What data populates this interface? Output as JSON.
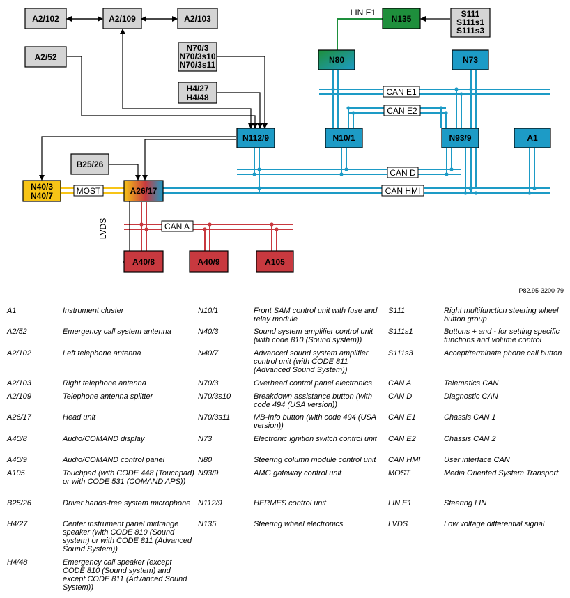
{
  "diagram": {
    "lin_label": "LIN E1",
    "most_label": "MOST",
    "lvds_label": "LVDS",
    "can_labels": {
      "e1": "CAN E1",
      "e2": "CAN E2",
      "d": "CAN D",
      "hmi": "CAN HMI",
      "a": "CAN A"
    },
    "colors": {
      "gray": "#d4d4d4",
      "blue": "#1d9bc6",
      "green": "#1e8f3c",
      "teal": "#1e8a76",
      "yellow": "#f7c416",
      "red": "#c8393f",
      "can_blue": "#1d9bc6",
      "can_red": "#c8393f",
      "most_yellow": "#f7c416"
    },
    "boxes": {
      "a2_102": "A2/102",
      "a2_109": "A2/109",
      "a2_103": "A2/103",
      "a2_52": "A2/52",
      "n70": [
        "N70/3",
        "N70/3s10",
        "N70/3s11"
      ],
      "h4": [
        "H4/27",
        "H4/48"
      ],
      "n135": "N135",
      "s111": [
        "S111",
        "S111s1",
        "S111s3"
      ],
      "n80": "N80",
      "n73": "N73",
      "n112": "N112/9",
      "n10": "N10/1",
      "n93": "N93/9",
      "a1": "A1",
      "b25": "B25/26",
      "n40": [
        "N40/3",
        "N40/7"
      ],
      "a26": "A26/17",
      "a40_8": "A40/8",
      "a40_9": "A40/9",
      "a105": "A105"
    }
  },
  "reference": "P82.95-3200-79",
  "legend": [
    {
      "code": "A1",
      "desc": "Instrument cluster"
    },
    {
      "code": "A2/52",
      "desc": "Emergency call system antenna"
    },
    {
      "code": "A2/102",
      "desc": "Left telephone antenna"
    },
    {
      "code": "A2/103",
      "desc": "Right telephone antenna"
    },
    {
      "code": "A2/109",
      "desc": "Telephone antenna splitter"
    },
    {
      "code": "A26/17",
      "desc": "Head unit"
    },
    {
      "code": "A40/8",
      "desc": "Audio/COMAND display"
    },
    {
      "code": "A40/9",
      "desc": "Audio/COMAND control panel"
    },
    {
      "code": "A105",
      "desc": "Touchpad (with CODE 448 (Touchpad) or with CODE 531 (COMAND APS))"
    },
    {
      "code": "B25/26",
      "desc": "Driver hands-free system microphone"
    },
    {
      "code": "H4/27",
      "desc": "Center instrument panel midrange speaker (with CODE 810 (Sound system) or with CODE 811 (Advanced Sound System))"
    },
    {
      "code": "H4/48",
      "desc": "Emergency call speaker (except CODE 810 (Sound system) and except CODE 811 (Advanced Sound System))"
    },
    {
      "code": "N10/1",
      "desc": "Front SAM control unit with fuse and relay module"
    },
    {
      "code": "N40/3",
      "desc": "Sound system amplifier control unit (with code 810 (Sound system))"
    },
    {
      "code": "N40/7",
      "desc": "Advanced sound system amplifier control unit (with CODE 811 (Advanced Sound System))"
    },
    {
      "code": "N70/3",
      "desc": "Overhead control panel electronics"
    },
    {
      "code": "N70/3s10",
      "desc": "Breakdown assistance button (with code 494 (USA version))"
    },
    {
      "code": "N70/3s11",
      "desc": "MB-Info button (with code 494 (USA version))"
    },
    {
      "code": "N73",
      "desc": "Electronic ignition switch control unit"
    },
    {
      "code": "N80",
      "desc": "Steering column module control unit"
    },
    {
      "code": "N93/9",
      "desc": "AMG gateway control unit"
    },
    {
      "code": "N112/9",
      "desc": "HERMES control unit"
    },
    {
      "code": "N135",
      "desc": "Steering wheel electronics"
    },
    {
      "code": "S111",
      "desc": "Right multifunction steering wheel button group"
    },
    {
      "code": "S111s1",
      "desc": "Buttons + and - for setting specific functions and volume control"
    },
    {
      "code": "S111s3",
      "desc": "Accept/terminate phone call button"
    },
    {
      "code": "CAN A",
      "desc": "Telematics CAN"
    },
    {
      "code": "CAN D",
      "desc": "Diagnostic CAN"
    },
    {
      "code": "CAN E1",
      "desc": "Chassis CAN 1"
    },
    {
      "code": "CAN E2",
      "desc": "Chassis CAN 2"
    },
    {
      "code": "CAN HMI",
      "desc": "User interface CAN"
    },
    {
      "code": "MOST",
      "desc": "Media Oriented System Transport"
    },
    {
      "code": "LIN E1",
      "desc": "Steering LIN"
    },
    {
      "code": "LVDS",
      "desc": "Low voltage differential signal"
    }
  ]
}
